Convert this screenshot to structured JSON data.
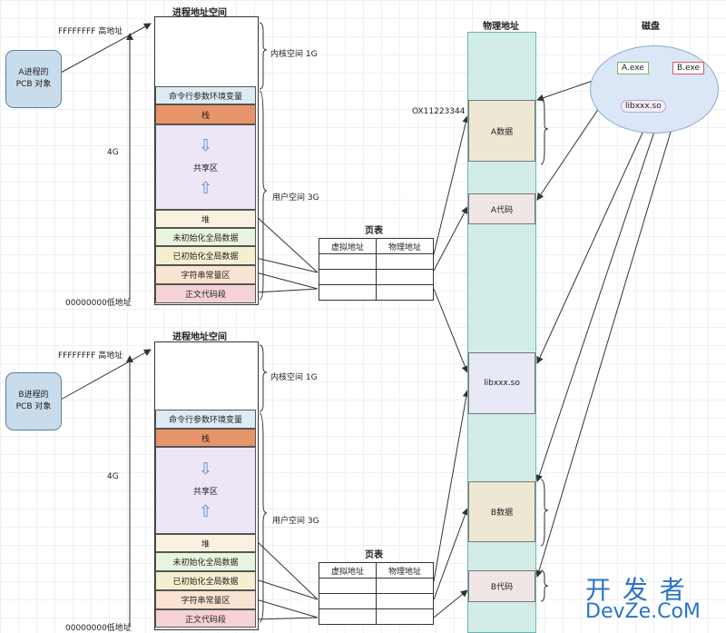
{
  "titles": {
    "vaspace_a": "进程地址空间",
    "vaspace_b": "进程地址空间",
    "physical": "物理地址",
    "disk": "磁盘",
    "page_table_a": "页表",
    "page_table_b": "页表"
  },
  "address_labels": {
    "high": "FFFFFFFF 高地址",
    "low": "00000000低地址",
    "size": "4G",
    "phys_addr": "OX11223344"
  },
  "process_a": {
    "pcb": "A进程的 PCB 对象",
    "kernel_space": "内核空间 1G",
    "user_space": "用户空间 3G",
    "segments": {
      "env": "命令行参数环境变量",
      "stack": "栈",
      "shared": "共享区",
      "heap": "堆",
      "bss": "未初始化全局数据",
      "data": "已初始化全局数据",
      "rodata": "字符串常量区",
      "text": "正文代码段"
    }
  },
  "process_b": {
    "pcb": "B进程的 PCB 对象",
    "kernel_space": "内核空间 1G",
    "user_space": "用户空间 3G",
    "segments": {
      "env": "命令行参数环境变量",
      "stack": "栈",
      "shared": "共享区",
      "heap": "堆",
      "bss": "未初始化全局数据",
      "data": "已初始化全局数据",
      "rodata": "字符串常量区",
      "text": "正文代码段"
    }
  },
  "page_table": {
    "col_virtual": "虚拟地址",
    "col_physical": "物理地址"
  },
  "physical_blocks": {
    "a_data": "A数据",
    "a_code": "A代码",
    "lib": "libxxx.so",
    "b_data": "B数据",
    "b_code": "B代码"
  },
  "disk_items": {
    "a_exe": "A.exe",
    "b_exe": "B.exe",
    "lib": "libxxx.so"
  },
  "watermark": {
    "cn": "开 发 者",
    "en": "DevZe.CoM"
  },
  "colors": {
    "pcb_fill": "#c9dcec",
    "physical_fill": "#d2ede8",
    "disk_fill": "#dbe7f7",
    "stack_seg": "#e8946a",
    "shared_seg": "#ece6f6",
    "env_seg": "#dcebf4",
    "bss_seg": "#e9f4df",
    "data_seg": "#f4f0cf",
    "rodata_seg": "#fbe3d1",
    "text_seg": "#f6d3d3",
    "heap_seg": "#fbf1e0"
  }
}
